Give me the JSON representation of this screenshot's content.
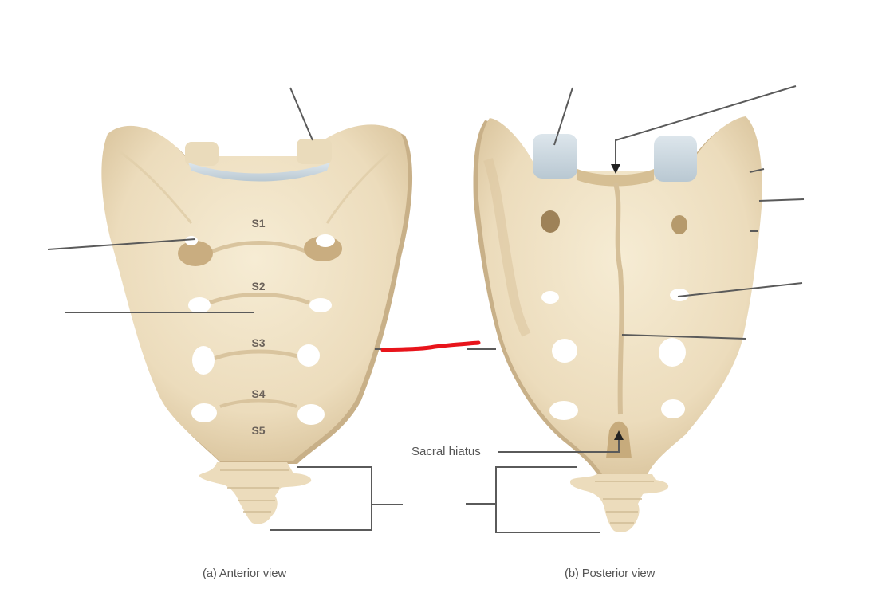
{
  "figure": {
    "subject": "Sacrum and coccyx",
    "colors": {
      "background": "#ffffff",
      "bone": "#eedfc0",
      "bone_shadow": "#cdb48a",
      "bone_highlight": "#f7eed8",
      "cartilage": "#c9d6de",
      "foramen": "#ffffff",
      "leader_line": "#5a5a5a",
      "annotation_red": "#e8141b",
      "text": "#555555"
    },
    "panels": [
      {
        "id": "anterior",
        "caption": "(a) Anterior view",
        "segment_labels": [
          "S1",
          "S2",
          "S3",
          "S4",
          "S5"
        ]
      },
      {
        "id": "posterior",
        "caption": "(b) Posterior view",
        "callouts": [
          {
            "label": "Sacral hiatus"
          }
        ]
      }
    ],
    "annotation": {
      "type": "hand-drawn red line",
      "between": "anterior lateral border leader and posterior lateral border leader"
    },
    "blank_leader_lines_count": 12
  }
}
